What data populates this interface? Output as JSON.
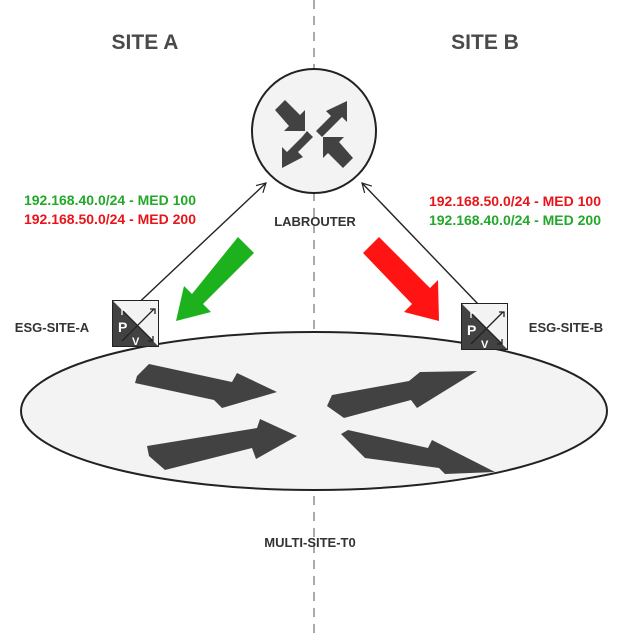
{
  "sites": {
    "left": "SITE A",
    "right": "SITE B"
  },
  "nodes": {
    "router": "LABROUTER",
    "esg_a": "ESG-SITE-A",
    "esg_b": "ESG-SITE-B",
    "t0": "MULTI-SITE-T0"
  },
  "badges": {
    "p": "P",
    "v": "V"
  },
  "routes_a": [
    {
      "text": "192.168.40.0/24 - MED 100",
      "color": "#22a82a"
    },
    {
      "text": "192.168.50.0/24 - MED 200",
      "color": "#e8141a"
    }
  ],
  "routes_b": [
    {
      "text": "192.168.50.0/24 - MED 100",
      "color": "#e8141a"
    },
    {
      "text": "192.168.40.0/24 - MED 200",
      "color": "#22a82a"
    }
  ],
  "colors": {
    "preferred": "#22a82a",
    "non_preferred": "#e8141a",
    "icon_dark": "#424242",
    "fill_light": "#f3f3f3",
    "divider": "#aaaaaa"
  },
  "icons": {
    "router": "router-arrows-icon",
    "esg": "edge-gateway-icon",
    "t0": "tier0-gateway-icon",
    "preferred_path": "green-arrow-icon",
    "non_preferred_path": "red-arrow-icon"
  }
}
